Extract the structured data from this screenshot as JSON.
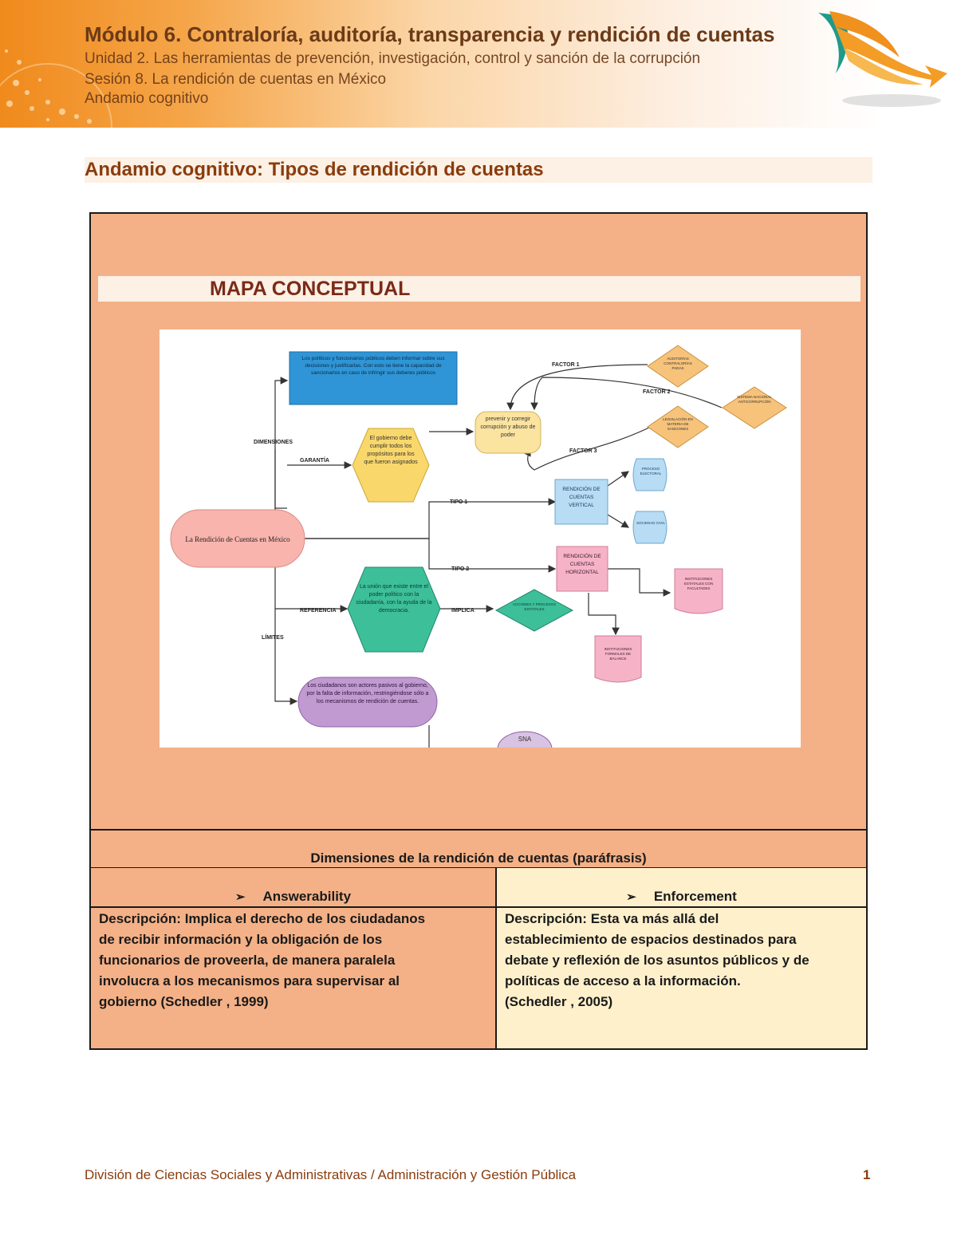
{
  "header": {
    "title": "Módulo 6. Contraloría, auditoría, transparencia y rendición de cuentas",
    "unit": "Unidad 2. Las herramientas de prevención, investigación, control y sanción de la corrupción",
    "session": "Sesión 8. La rendición de cuentas en México",
    "doc_type": "Andamio cognitivo"
  },
  "section_title": "Andamio cognitivo: Tipos de rendición de cuentas",
  "map": {
    "title": "MAPA CONCEPTUAL",
    "nodes": {
      "center": "La Rendición de Cuentas en México",
      "blue_box": "Los políticos y funcionarios públicos deben informar sobre sus decisiones y justificarlas. Con esto se tiene la capacidad de sancionarlos en caso de infringir sus deberes públicos",
      "garantia": "El gobierno debe cumplir todos los propósitos para los que fueron asignados",
      "prevenir": "prevenir y corregir corrupción y abuso de poder",
      "factor1_node": "AUDITORÍAS CONTRALORÍAS PADAS",
      "factor2_node": "SISTEMA NACIONAL ANTICORRUPCIÓN",
      "factor3_node": "LEGISLACIÓN EN MATERIA DE SANCIONES",
      "vertical": "RENDICIÓN DE CUENTAS VERTICAL",
      "vertical_a": "PROCESO ELECTORAL",
      "vertical_b": "SOCIEDAD CIVIL",
      "horizontal": "RENDICIÓN DE CUENTAS HORIZONTAL",
      "horizontal_a": "INSTITUCIONES ESTATALES CON FACULTADES",
      "horizontal_b": "INSTITUCIONES FORMALES DE BALANCE",
      "referencia": "La unión que existe entre el poder político con la ciudadanía, con la ayuda de la democracia.",
      "implica_node": "ACCIONES Y PROCESOS ESTATALES",
      "limites": "Los ciudadanos son actores pasivos al gobierno, por la falta de información, restringiéndose sólo a los mecanismos de rendición de cuentas.",
      "bottom": "SNA"
    },
    "edge_labels": {
      "dimensiones": "DIMENSIONES",
      "garantia": "GARANTÍA",
      "referencia": "REFERENCIA",
      "limites": "LÍMITES",
      "implica": "IMPLICA",
      "tipo1": "TIPO 1",
      "tipo2": "TIPO 2",
      "factor1": "FACTOR 1",
      "factor2": "FACTOR 2",
      "factor3": "FACTOR 3"
    },
    "colors": {
      "center": "#f8b4ad",
      "blue": "#2f95d6",
      "yellow": "#f9d76b",
      "orange": "#f7c27a",
      "green": "#3dbf9a",
      "pink": "#f6b3c8",
      "lightblue": "#b7dcf4",
      "purple": "#c19ad1"
    }
  },
  "dimensions": {
    "title": "Dimensiones de la rendición de cuentas (paráfrasis)",
    "arrow": "➢",
    "left": {
      "heading": "Answerability",
      "body": "Descripción: Implica el derecho de los ciudadanos\nde recibir información y la obligación de los\nfuncionarios de proveerla, de manera paralela\ninvolucra a los mecanismos para supervisar al\ngobierno (Schedler , 1999)"
    },
    "right": {
      "heading": "Enforcement",
      "body": "Descripción: Esta va más allá del\nestablecimiento de espacios destinados para\ndebate y reflexión de los asuntos públicos y de\npolíticas de acceso a la información.\n(Schedler , 2005)"
    }
  },
  "footer": {
    "text": "División de Ciencias Sociales y Administrativas / Administración y Gestión Pública",
    "page": "1"
  }
}
